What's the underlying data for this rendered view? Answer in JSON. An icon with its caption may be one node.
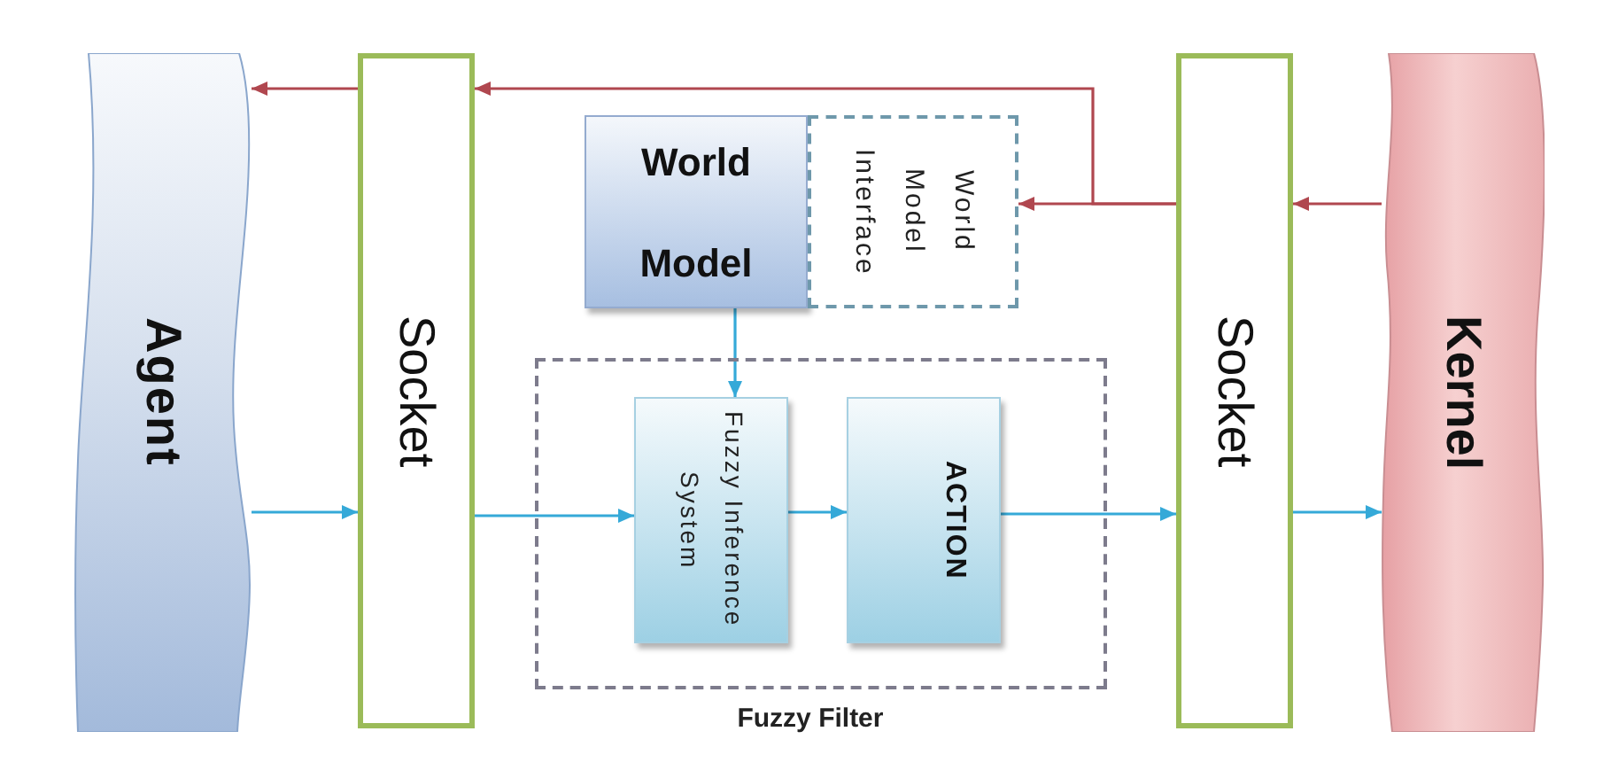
{
  "diagram": {
    "nodes": [
      {
        "text": [
          "Agent"
        ]
      },
      {
        "text": [
          "Socket"
        ]
      },
      {
        "text": [
          "World Model"
        ]
      },
      {
        "text": [
          "World Model Interface"
        ]
      },
      {
        "text": [
          "Fuzzy Filter"
        ]
      },
      {
        "text": [
          "Fuzzy Inference System"
        ],
        "in": 4
      },
      {
        "text": [
          "ACTION"
        ],
        "in": 4
      },
      {
        "text": [
          "Socket"
        ]
      },
      {
        "text": [
          "Kernel"
        ]
      }
    ],
    "edges": [
      {
        "from": 7,
        "to": 1,
        "arrow": "to",
        "color": "#b0474f"
      },
      {
        "from": 1,
        "to": 0,
        "arrow": "to",
        "color": "#b0474f"
      },
      {
        "from": 8,
        "to": 7,
        "arrow": "to",
        "color": "#b0474f"
      },
      {
        "from": 7,
        "to": 3,
        "arrow": "to",
        "color": "#b0474f"
      },
      {
        "from": 2,
        "to": 5,
        "arrow": "to"
      },
      {
        "from": 0,
        "to": 1,
        "arrow": "to"
      },
      {
        "from": 1,
        "to": 5,
        "arrow": "to"
      },
      {
        "from": 5,
        "to": 6,
        "arrow": "to"
      },
      {
        "from": 6,
        "to": 7,
        "arrow": "to"
      },
      {
        "from": 7,
        "to": 8,
        "arrow": "to"
      }
    ]
  }
}
